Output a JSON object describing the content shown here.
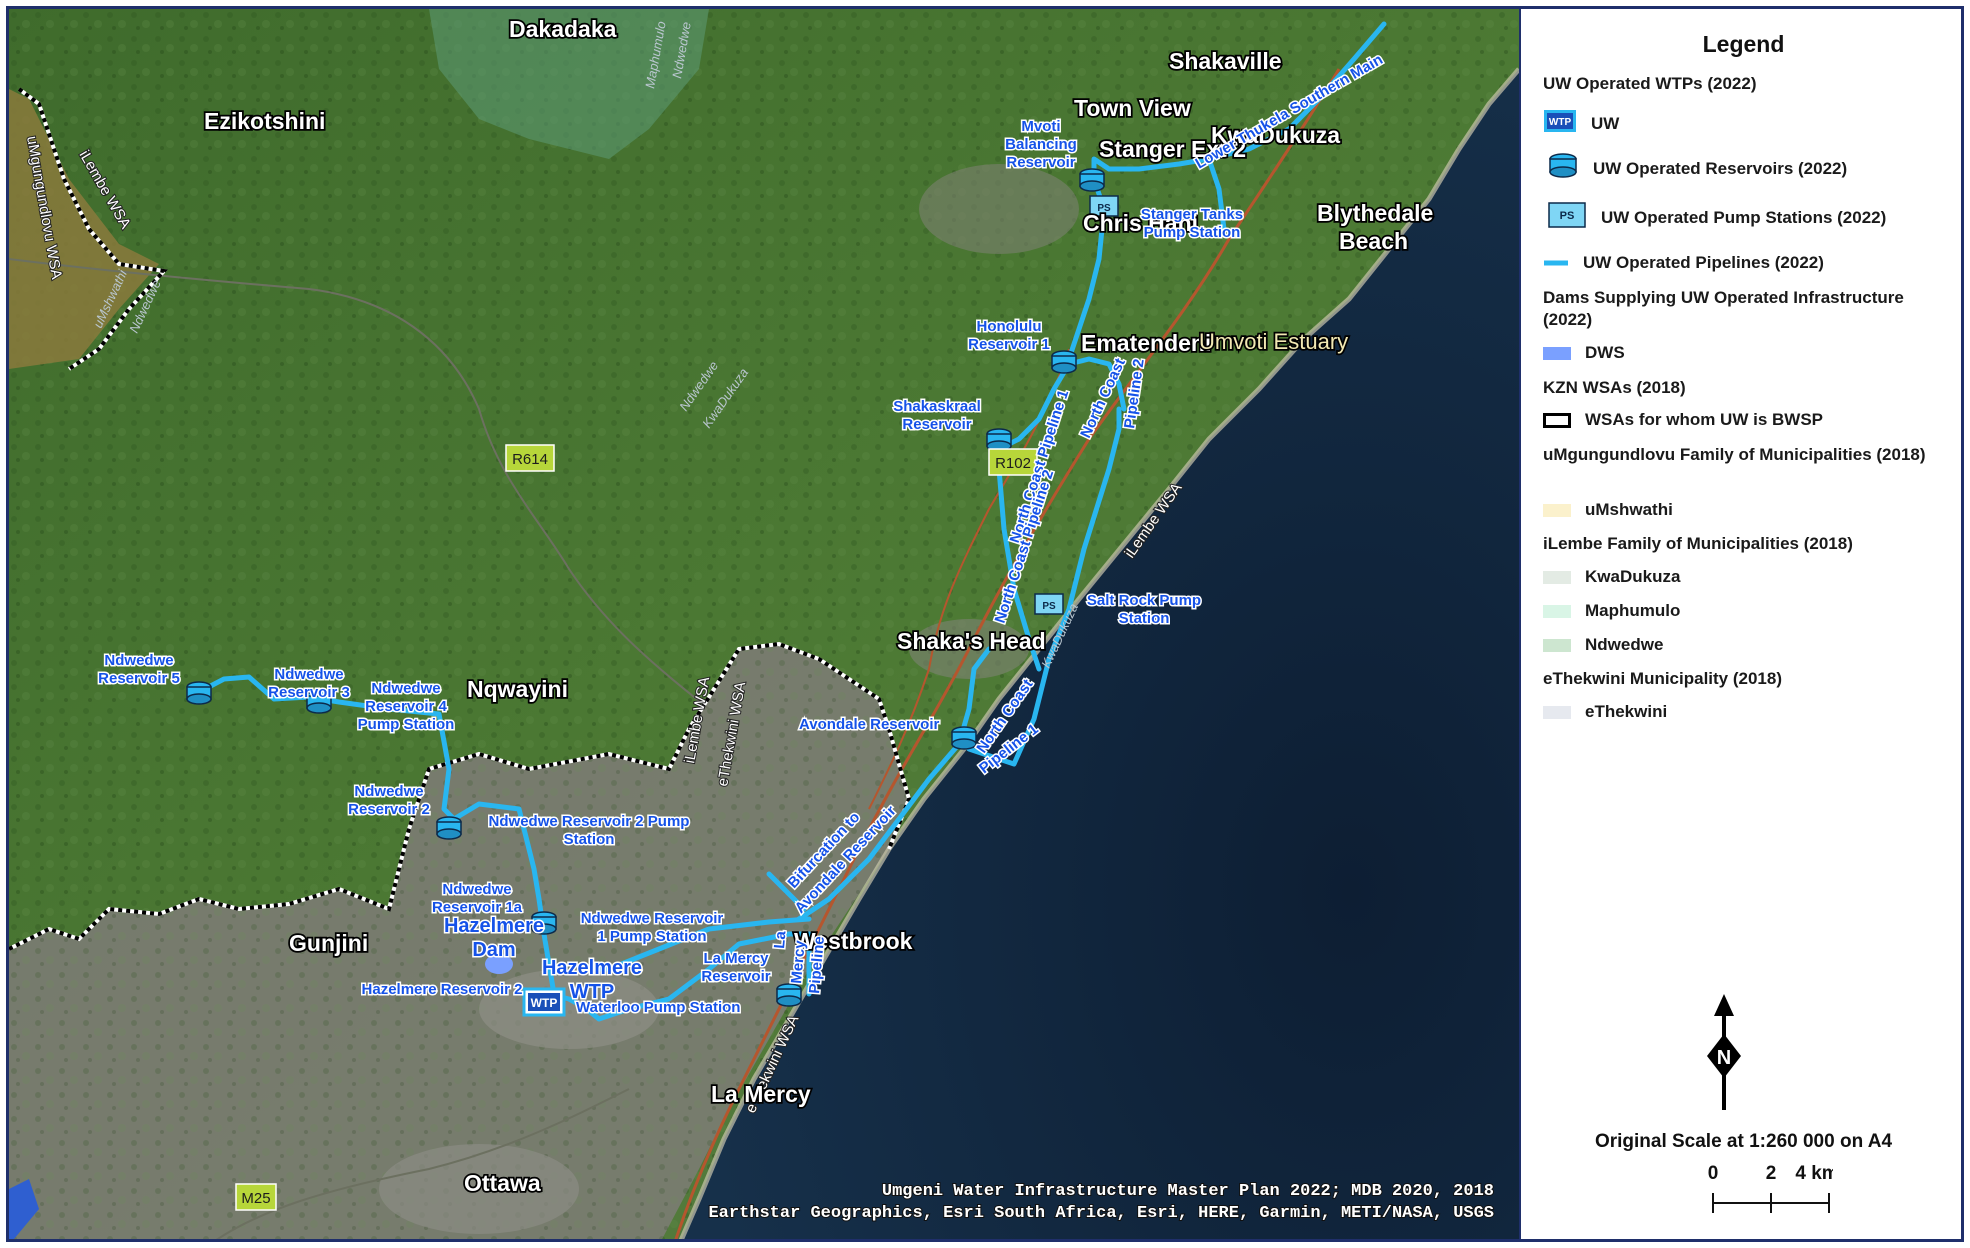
{
  "map": {
    "places": {
      "dakadaka": "Dakadaka",
      "ezikotshini": "Ezikotshini",
      "shakaville": "Shakaville",
      "town_view": "Town View",
      "stanger_ext": "Stanger Ext 2",
      "kwadukuza": "KwaDukuza",
      "blythedale": "Blythedale",
      "beach": "Beach",
      "chris_hani": "Chris Hani",
      "ematendeni": "Ematendeni",
      "umvoti_estuary": "Umvoti Estuary",
      "shakas_head": "Shaka's Head",
      "nqwayini": "Nqwayini",
      "gunjini": "Gunjini",
      "westbrook": "Westbrook",
      "la_mercy": "La Mercy",
      "ottawa": "Ottawa"
    },
    "features": {
      "mvoti_1": "Mvoti",
      "mvoti_2": "Balancing",
      "mvoti_3": "Reservoir",
      "stanger_tanks_1": "Stanger Tanks",
      "stanger_tanks_2": "Pump Station",
      "honolulu_1": "Honolulu",
      "honolulu_2": "Reservoir 1",
      "shakaskraal_1": "Shakaskraal",
      "shakaskraal_2": "Reservoir",
      "salt_rock_1": "Salt Rock Pump",
      "salt_rock_2": "Station",
      "avondale": "Avondale Reservoir",
      "ndwedwe5_1": "Ndwedwe",
      "ndwedwe5_2": "Reservoir 5",
      "ndwedwe3_1": "Ndwedwe",
      "ndwedwe3_2": "Reservoir 3",
      "ndwedwe4_1": "Ndwedwe",
      "ndwedwe4_2": "Reservoir 4",
      "ndwedwe4_3": "Pump Station",
      "ndwedwe2_1": "Ndwedwe",
      "ndwedwe2_2": "Reservoir 2",
      "ndwedwe2ps_1": "Ndwedwe Reservoir 2 Pump",
      "ndwedwe2ps_2": "Station",
      "ndwedwe1a_1": "Ndwedwe",
      "ndwedwe1a_2": "Reservoir 1a",
      "ndwedwe1ps_1": "Ndwedwe Reservoir",
      "ndwedwe1ps_2": "1 Pump Station",
      "hazelmere_dam_1": "Hazelmere",
      "hazelmere_dam_2": "Dam",
      "hazelmere_wtp_1": "Hazelmere",
      "hazelmere_wtp_2": "WTP",
      "hazelmere_res2": "Hazelmere Reservoir 2",
      "waterloo": "Waterloo Pump Station",
      "la_mercy_res_1": "La Mercy",
      "la_mercy_res_2": "Reservoir",
      "la_mercy_pipe_1": "La",
      "la_mercy_pipe_2": "Mercy",
      "la_mercy_pipe_3": "Pipeline",
      "bifurcation_1": "Bifurcation to",
      "bifurcation_2": "Avondale Reservoir",
      "ncp1_upper": "North Coast Pipeline 1",
      "ncp1_lower_1": "North Coast",
      "ncp1_lower_2": "Pipeline 1",
      "ncp2_lower": "North Coast Pipeline 2",
      "ncp2_upper_1": "North Coast",
      "ncp2_upper_2": "Pipeline 2",
      "lower_thukela": "Lower Thukela Southern Main"
    },
    "wsa_labels": {
      "umgungundlovu": "uMgungundlovu WSA",
      "ilembe_nw": "iLembe WSA",
      "ilembe_mid": "iLembe WSA",
      "ethekwini_mid": "eThekwini WSA",
      "ilembe_coast": "iLembe WSA",
      "ethekwini_south": "eThekwini WSA"
    },
    "rivers": {
      "maphumulo": "Maphumulo",
      "ndwedwe_n": "Ndwedwe",
      "umshwathi": "uMshwathi",
      "ndwedwe_w": "Ndwedwe",
      "ndwedwe_c": "Ndwedwe",
      "kwadukuza_c": "KwaDukuza",
      "kwadukuza_s": "KwaDukuza"
    },
    "roads": {
      "r614": "R614",
      "r102": "R102",
      "m25": "M25"
    },
    "wtp_symbol_text": "WTP",
    "ps_symbol_text": "PS",
    "credits": {
      "line1": "Umgeni Water Infrastructure Master Plan 2022; MDB 2020, 2018",
      "line2": "Earthstar Geographics, Esri South Africa, Esri, HERE, Garmin, METI/NASA, USGS"
    }
  },
  "legend": {
    "title": "Legend",
    "wtps_heading": "UW Operated WTPs (2022)",
    "wtp_symbol_text": "WTP",
    "wtp_label": "UW",
    "reservoirs_label": "UW Operated Reservoirs (2022)",
    "ps_symbol_text": "PS",
    "pump_stations_label": "UW Operated Pump Stations (2022)",
    "pipelines_label": "UW Operated Pipelines (2022)",
    "dams_heading": "Dams Supplying UW Operated Infrastructure (2022)",
    "dws_label": "DWS",
    "wsas_heading": "KZN WSAs (2018)",
    "bwsp_label": "WSAs for whom UW is BWSP",
    "umgungundlovu_heading": "uMgungundlovu Family of Municipalities (2018)",
    "umshwathi_label": "uMshwathi",
    "ilembe_heading": "iLembe Family of Municipalities (2018)",
    "kwadukuza_label": "KwaDukuza",
    "maphumulo_label": "Maphumulo",
    "ndwedwe_label": "Ndwedwe",
    "ethekwini_heading": "eThekwini Municipality (2018)",
    "ethekwini_label": "eThekwini",
    "north_letter": "N",
    "scale_text": "Original Scale at 1:260 000 on A4",
    "scale_ticks": [
      "0",
      "2",
      "4 km"
    ]
  },
  "colors": {
    "pipeline": "#29b6f0",
    "uw_label": "#1552e8",
    "dws_dam": "#7aa0ff",
    "frame": "#1f2f6b",
    "umshwathi": "#fbf1cc",
    "kwadukuza": "#e3ebe4",
    "maphumulo": "#d9f5e6",
    "ndwedwe": "#cde6d0",
    "ethekwini": "#e6e9ef"
  }
}
